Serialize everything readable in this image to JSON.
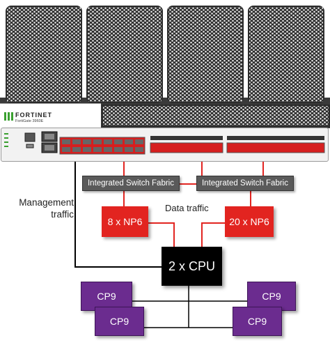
{
  "device": {
    "brand": "FORTINET",
    "model": "FortiGate 3960E"
  },
  "annotations": {
    "management_traffic": "Management\ntraffic",
    "data_traffic": "Data traffic"
  },
  "components": {
    "isf_left": "Integrated Switch Fabric",
    "isf_right": "Integrated Switch Fabric",
    "np6_left": "8 x NP6",
    "np6_right": "20 x NP6",
    "cpu": "2 x CPU",
    "cp9_1": "CP9",
    "cp9_2": "CP9",
    "cp9_3": "CP9",
    "cp9_4": "CP9"
  },
  "colors": {
    "np6": "#e22420",
    "isf": "#5a5a5a",
    "cpu": "#000000",
    "cp9": "#6b2c8f",
    "link_red": "#e22420",
    "link_black": "#000000"
  }
}
